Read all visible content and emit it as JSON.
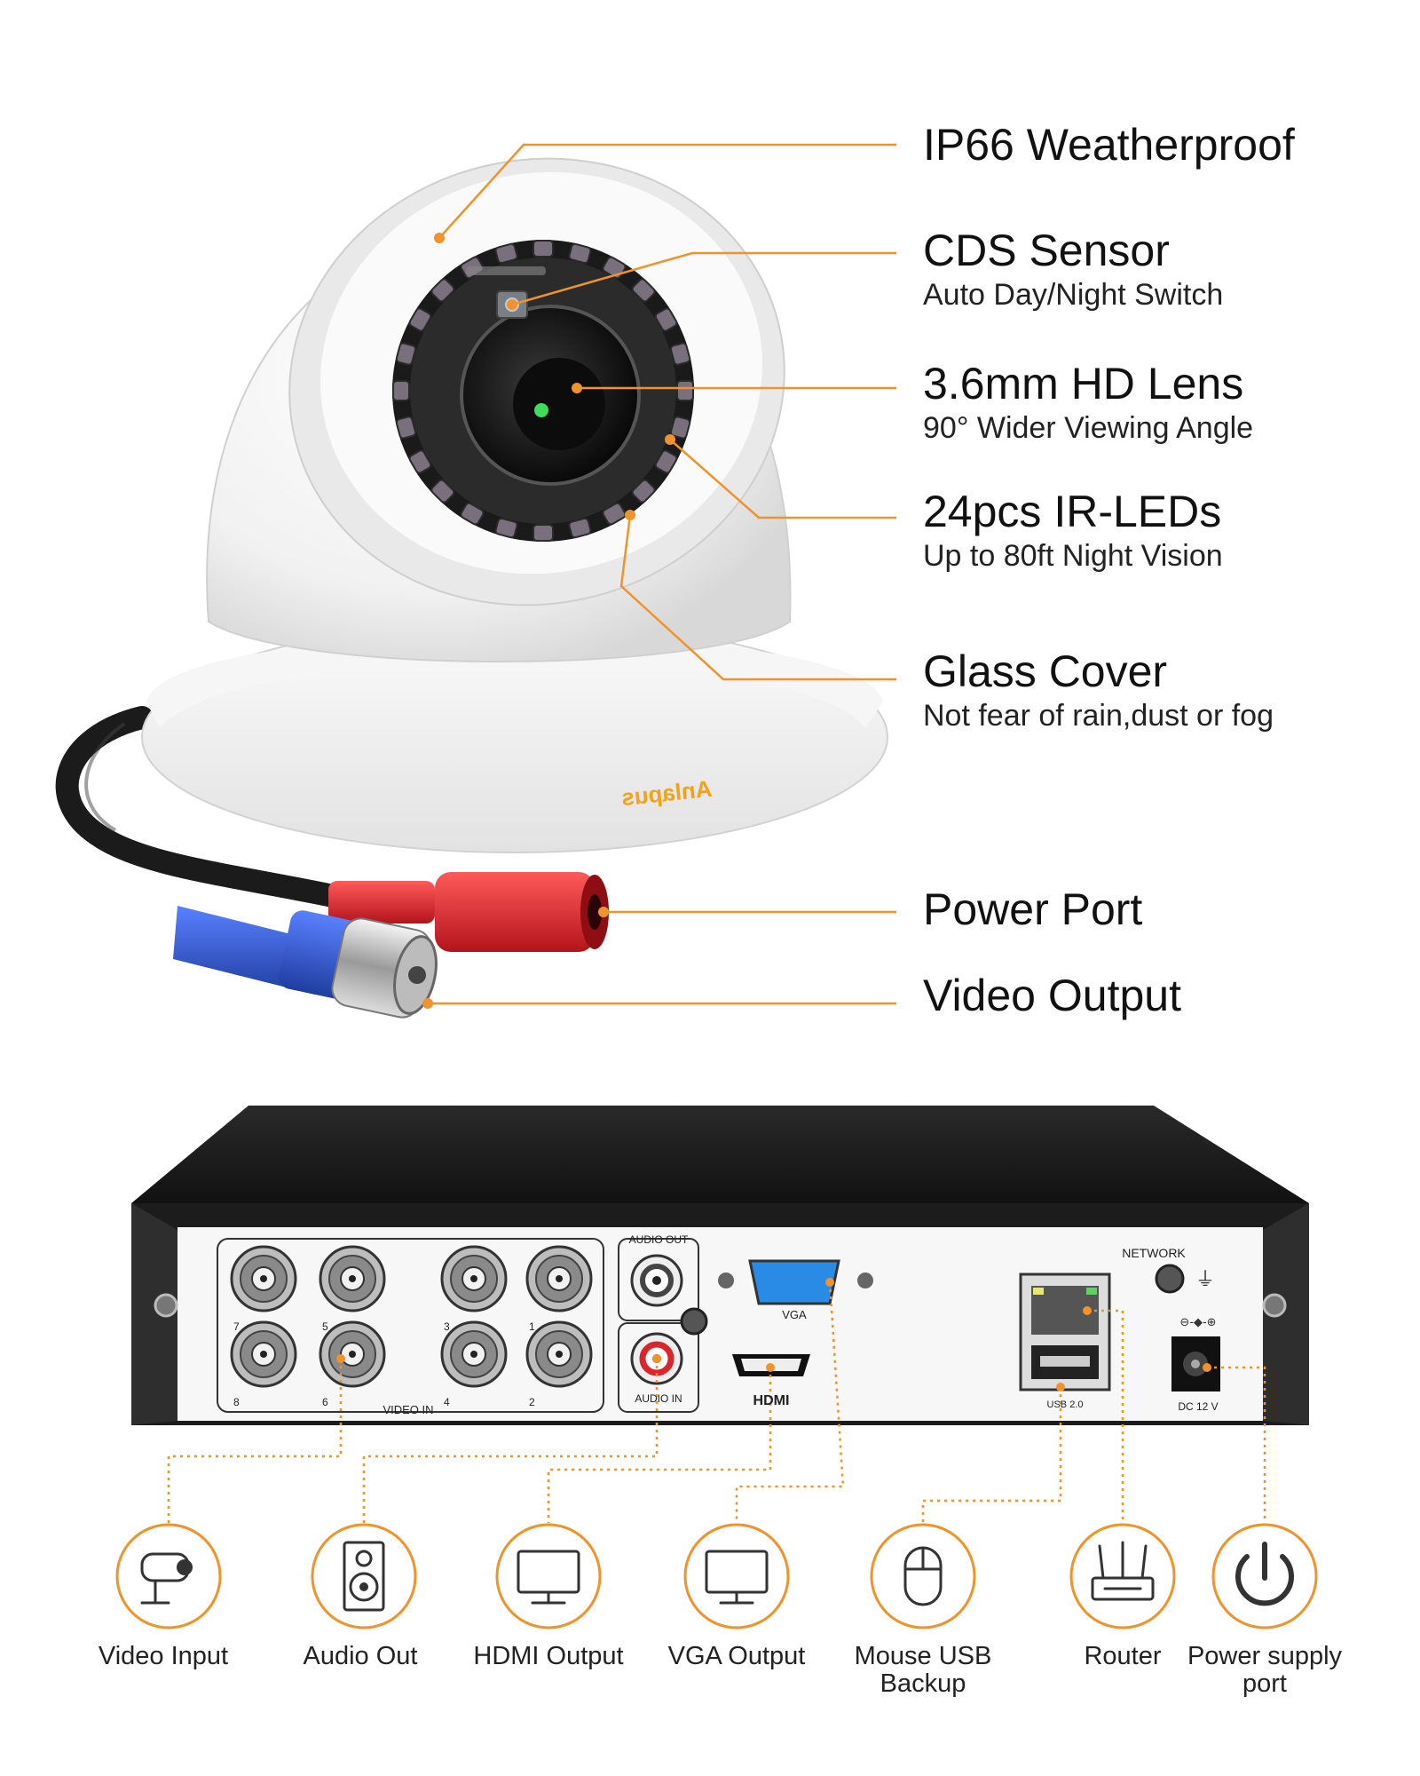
{
  "camera": {
    "brand_text": "Anlapus",
    "features": [
      {
        "title": "IP66 Weatherproof",
        "subtitle": ""
      },
      {
        "title": "CDS Sensor",
        "subtitle": "Auto Day/Night Switch"
      },
      {
        "title": "3.6mm HD Lens",
        "subtitle": "90° Wider Viewing Angle"
      },
      {
        "title": "24pcs IR-LEDs",
        "subtitle": "Up to 80ft Night Vision"
      },
      {
        "title": "Glass Cover",
        "subtitle": "Not fear of rain,dust or fog"
      },
      {
        "title": "Power Port",
        "subtitle": ""
      },
      {
        "title": "Video Output",
        "subtitle": ""
      }
    ]
  },
  "dvr": {
    "panel_labels": {
      "audio_out": "AUDIO OUT",
      "audio_in": "AUDIO IN",
      "video_in": "VIDEO IN",
      "vga": "VGA",
      "hdmi": "HDMI",
      "network": "NETWORK",
      "usb": "USB 2.0",
      "dc": "DC 12 V"
    },
    "bnc_numbers": [
      "7",
      "5",
      "3",
      "1",
      "8",
      "6",
      "4",
      "2"
    ],
    "ports": [
      {
        "label": "Video Input",
        "icon": "bullet-camera-icon"
      },
      {
        "label": "Audio Out",
        "icon": "speaker-icon"
      },
      {
        "label": "HDMI Output",
        "icon": "monitor-icon"
      },
      {
        "label": "VGA Output",
        "icon": "monitor-icon"
      },
      {
        "label": "Mouse USB Backup",
        "icon": "mouse-icon"
      },
      {
        "label": "Router",
        "icon": "router-icon"
      },
      {
        "label": "Power supply port",
        "icon": "power-icon"
      }
    ]
  },
  "colors": {
    "accent": "#f0932b",
    "leader": "#f0932b",
    "dvr_body": "#1e1e1e",
    "bnc_red": "#d9252c",
    "bnc_blue": "#2e55c9"
  }
}
